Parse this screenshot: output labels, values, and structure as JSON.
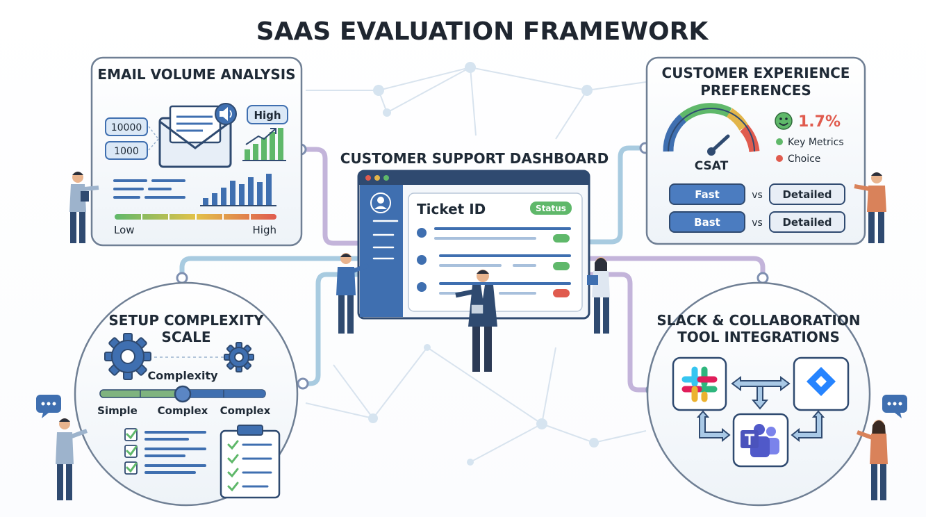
{
  "title": "SAAS EVALUATION FRAMEWORK",
  "email_panel": {
    "title": "EMAIL VOLUME ANALYSIS",
    "value_a": "10000",
    "value_b": "1000",
    "badge": "High",
    "scale_low": "Low",
    "scale_high": "High"
  },
  "dashboard": {
    "title": "CUSTOMER SUPPORT DASHBOARD",
    "ticket_label": "Ticket ID",
    "status_label": "Status",
    "row_status_colors": [
      "#5fb86a",
      "#5fb86a",
      "#e05b4e"
    ]
  },
  "cx_panel": {
    "title_line1": "CUSTOMER EXPERIENCE",
    "title_line2": "PREFERENCES",
    "gauge_label": "CSAT",
    "percent": "1.7%",
    "legend": [
      {
        "label": "Key Metrics",
        "color": "#5fb86a"
      },
      {
        "label": "Choice",
        "color": "#e05b4e"
      }
    ],
    "comparisons": [
      {
        "left": "Fast",
        "vs": "vs",
        "right": "Detailed"
      },
      {
        "left": "Bast",
        "vs": "vs",
        "right": "Detailed"
      }
    ]
  },
  "setup_panel": {
    "title_line1": "SETUP COMPLEXITY",
    "title_line2": "SCALE",
    "slider_label": "Complexity",
    "ticks": [
      "Simple",
      "Complex",
      "Complex"
    ]
  },
  "integrations_panel": {
    "title_line1": "SLACK & COLLABORATION",
    "title_line2": "TOOL INTEGRATIONS",
    "tools": [
      "slack-logo",
      "jira-logo",
      "teams-logo"
    ]
  },
  "colors": {
    "accent_blue": "#3f6fb0",
    "panel_border": "#6f7f94",
    "connector_blue": "#a8cbe0",
    "connector_purple": "#c3b4da",
    "good": "#5fb86a",
    "bad": "#e05b4e",
    "warn": "#e2b54a"
  }
}
